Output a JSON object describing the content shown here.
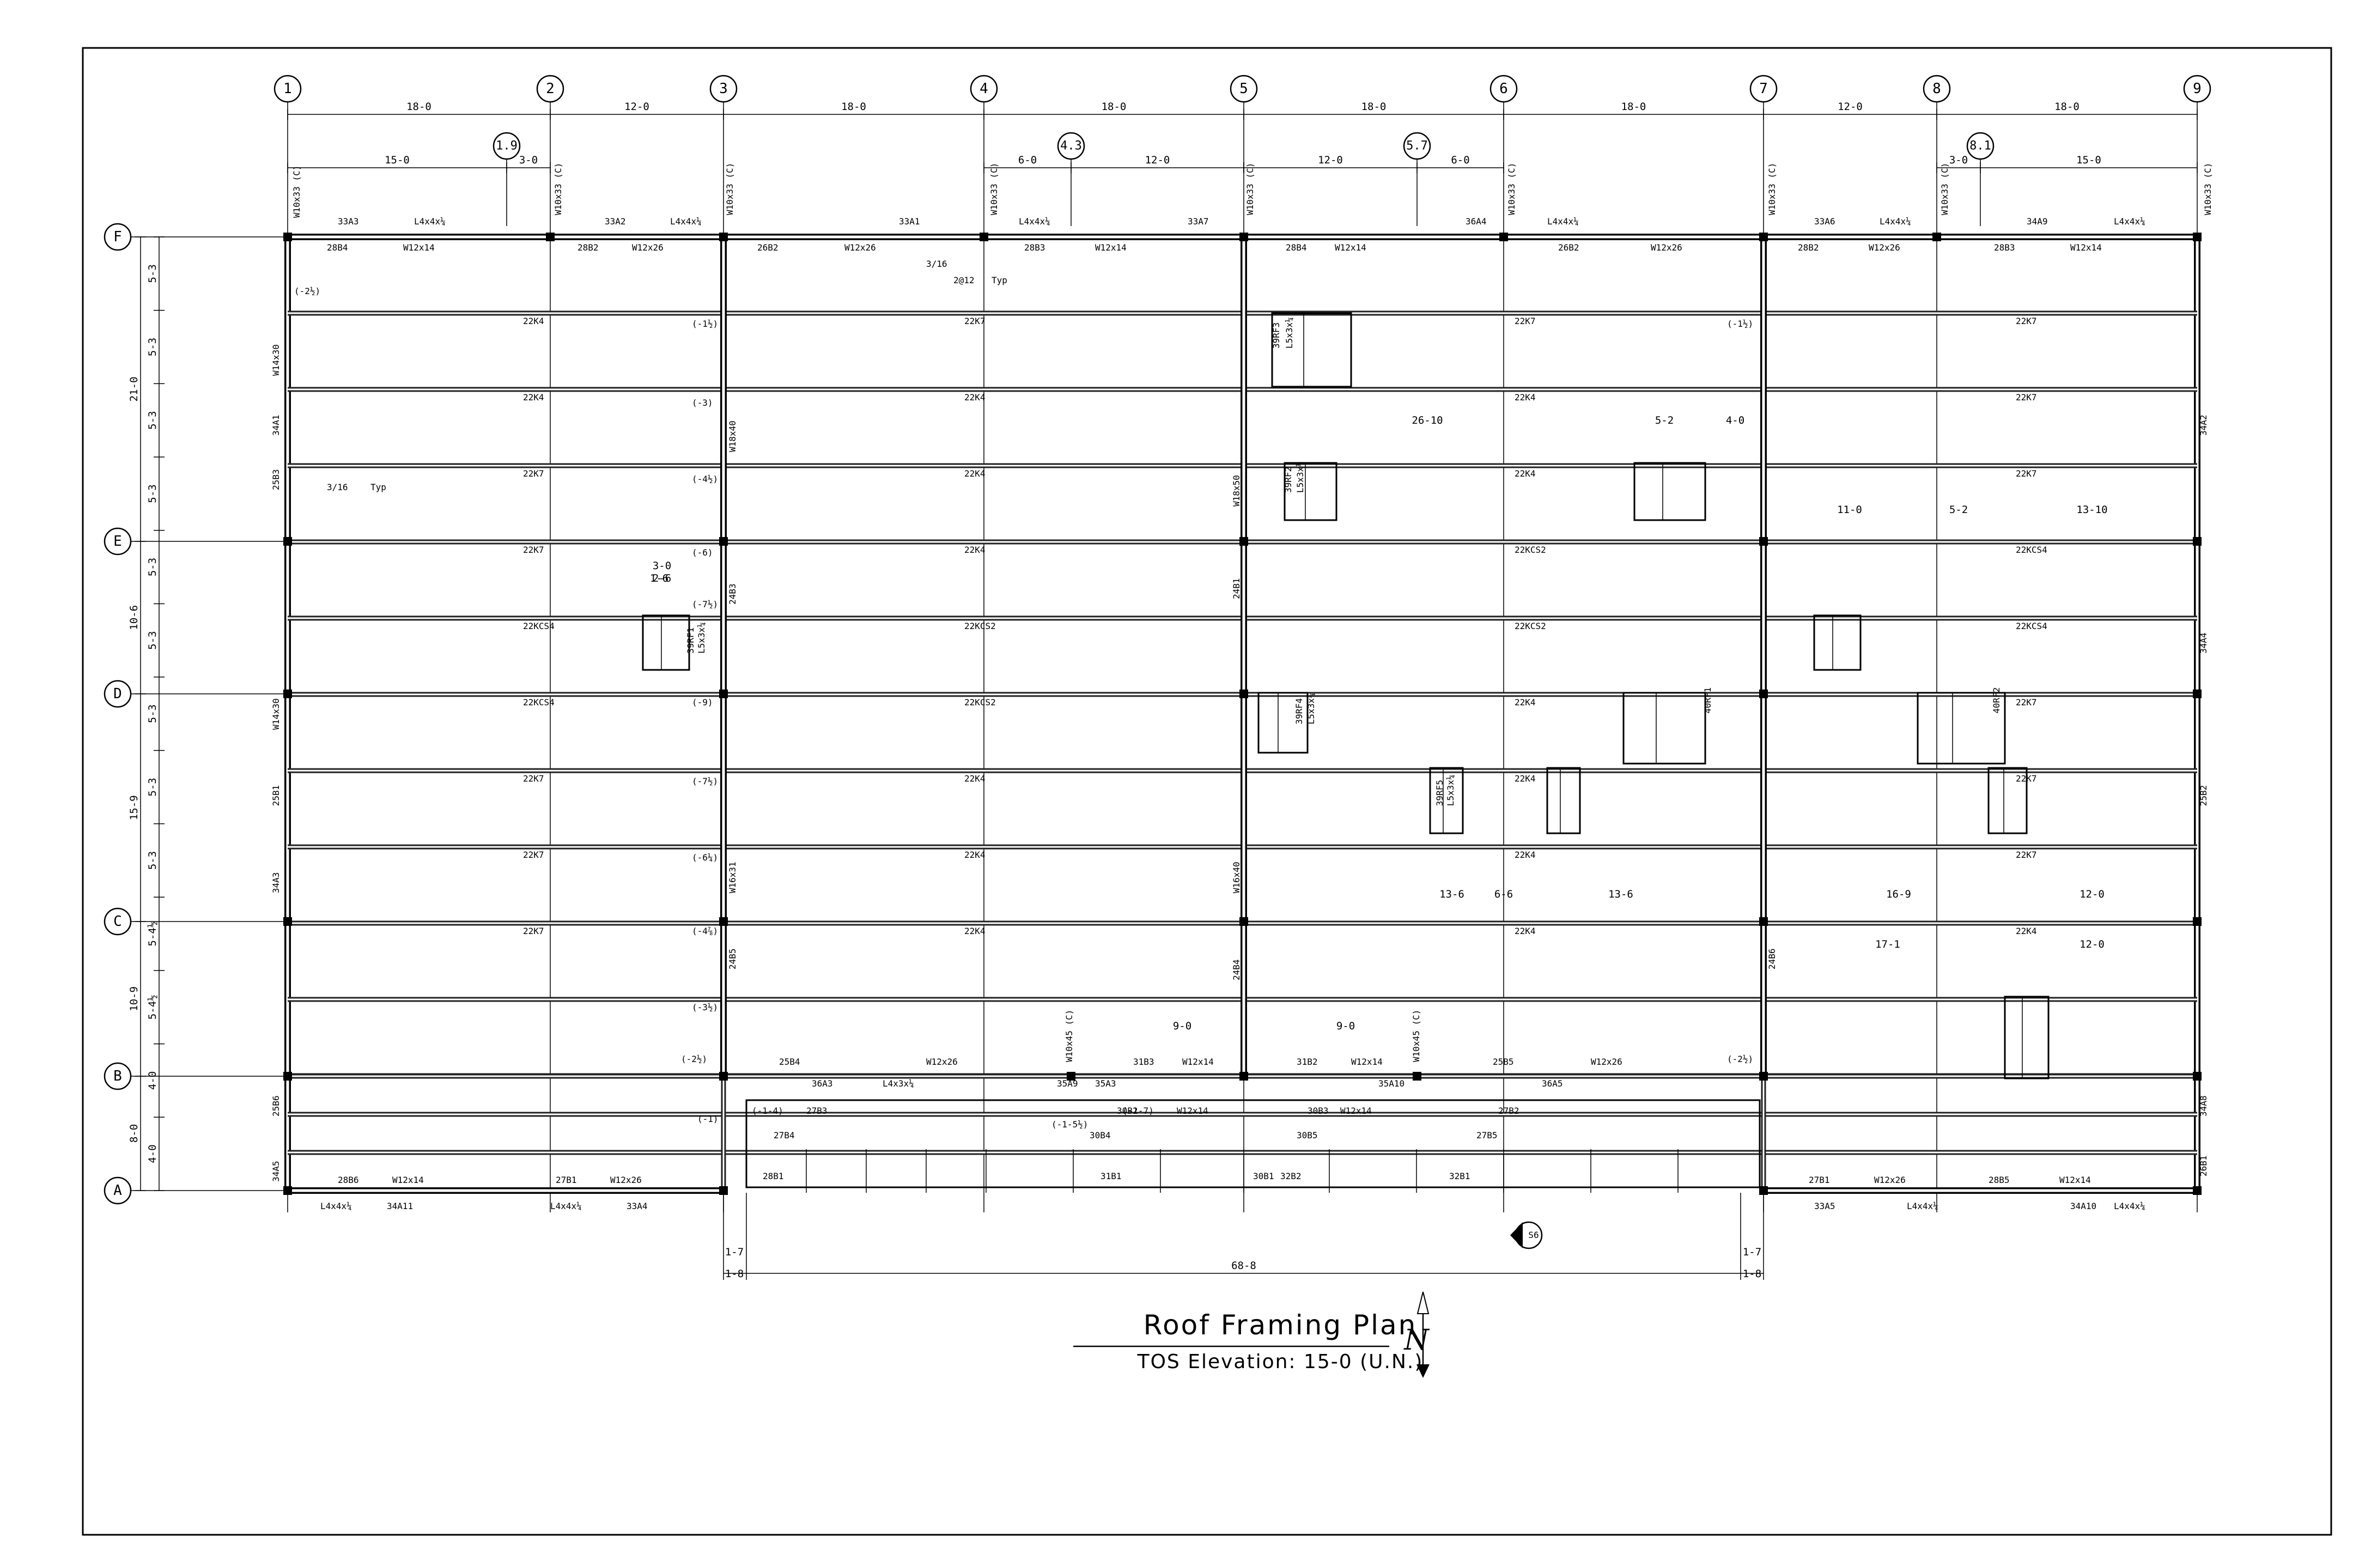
{
  "title": {
    "main": "Roof Framing Plan",
    "elevation": "TOS Elevation: 15-0 (U.N.)",
    "north": "N"
  },
  "grid": {
    "columns": [
      "1",
      "2",
      "3",
      "4",
      "5",
      "6",
      "7",
      "8",
      "9"
    ],
    "rows": [
      "F",
      "E",
      "D",
      "C",
      "B",
      "A"
    ],
    "intermediate_columns": [
      "1.9",
      "4.3",
      "5.7",
      "8.1"
    ]
  },
  "dimensions": {
    "column_spacing": [
      "18-0",
      "12-0",
      "18-0",
      "18-0",
      "18-0",
      "18-0",
      "12-0",
      "18-0"
    ],
    "secondary_spacing": [
      "15-0",
      "3-0",
      "6-0",
      "12-0",
      "12-0",
      "6-0",
      "3-0",
      "15-0"
    ],
    "row_left_upper": [
      "5-3",
      "5-3",
      "5-3",
      "5-3",
      "5-3",
      "5-3",
      "5-3",
      "5-3",
      "5-3",
      "5-4½",
      "5-4½",
      "4-0",
      "4-0"
    ],
    "row_left_outer": [
      "21-0",
      "10-6",
      "15-9",
      "10-9",
      "8-0"
    ],
    "bottom": [
      "1-7",
      "68-8",
      "1-7",
      "1-8",
      "1-8"
    ],
    "misc": [
      "26-10",
      "5-2",
      "4-0",
      "11-0",
      "5-2",
      "13-10",
      "3-0",
      "2-6",
      "1-6",
      "13-6",
      "6-6",
      "13-6",
      "16-9",
      "12-0",
      "17-1",
      "12-0",
      "9-0",
      "9-0"
    ]
  },
  "member_labels": {
    "joists": [
      "22K4",
      "22K7",
      "22K7",
      "22K7",
      "22K4",
      "22K4",
      "22K4",
      "22K7",
      "22K7",
      "22K4",
      "22K4",
      "22K7",
      "22K7",
      "22K4",
      "22KCS2",
      "22KCS4",
      "22KCS4",
      "22KCS2",
      "22KCS2",
      "22KCS4",
      "22KCS4",
      "22KCS2",
      "22K4",
      "22K7",
      "22K7",
      "22K4",
      "22K4",
      "22K7",
      "22K7",
      "22K4",
      "22K4",
      "22K7",
      "22K7",
      "22K4",
      "22K4",
      "22K4"
    ],
    "top_beams": [
      "28B4",
      "W12x14",
      "28B2",
      "W12x26",
      "26B2",
      "W12x26",
      "28B3",
      "W12x14",
      "28B4",
      "W12x14",
      "26B2",
      "W12x26",
      "28B2",
      "W12x26",
      "28B3",
      "W12x14"
    ],
    "top_braces": [
      "33A3",
      "L4x4x¼",
      "33A2",
      "L4x4x¼",
      "33A1",
      "L4x4x¼",
      "33A7",
      "36A4",
      "L4x4x¼",
      "33A6",
      "L4x4x¼",
      "34A9",
      "L4x4x¼"
    ],
    "bottom_beams": [
      "28B6",
      "W12x14",
      "27B1",
      "W12x26",
      "27B1",
      "W12x26",
      "28B5",
      "W12x14"
    ],
    "bottom_braces": [
      "L4x4x¼",
      "34A11",
      "L4x4x¼",
      "33A4",
      "33A5",
      "L4x4x¼",
      "34A10",
      "L4x4x¼"
    ],
    "columns": [
      "W10x33 (C)",
      "W10x33 (C)",
      "W10x33 (C)",
      "W10x33 (C)",
      "W10x33 (C)",
      "W10x33 (C)",
      "W10x33 (C)",
      "W10x33 (C)",
      "W10x33 (C)",
      "W10x45 (C)",
      "W10x45 (C)"
    ],
    "girders_vertical": [
      "W14x30",
      "W18x40",
      "W18x50",
      "W16x31",
      "W16x40",
      "W14x30",
      "24B3",
      "24B1",
      "24B4",
      "24B5",
      "24B6",
      "25B3",
      "25B1",
      "25B6",
      "34A1",
      "34A3",
      "34A5",
      "34A2",
      "34A4",
      "34A8",
      "25B2",
      "26B1"
    ],
    "interior": [
      "31B3",
      "W12x14",
      "31B2",
      "W12x14",
      "30B2",
      "W12x14",
      "30B3",
      "W12x14",
      "30B4",
      "30B5",
      "27B3",
      "27B4",
      "27B2",
      "27B5",
      "28B1",
      "31B1",
      "30B1",
      "32B2",
      "32B1",
      "25B4",
      "25B5",
      "W12x26",
      "W12x26",
      "36A3",
      "36A5",
      "35A3",
      "35A9",
      "35A10",
      "L4x3x¼"
    ],
    "openings": [
      "39RF3",
      "L5x3x¼",
      "39RF2",
      "L5x3x¼",
      "39RF1",
      "L5x3x¼",
      "39RF4",
      "L5x3x¼",
      "39RF5",
      "L5x3x¼",
      "40RF1",
      "40RF2"
    ],
    "elevations": [
      "(-2½)",
      "(-1½)",
      "(-3)",
      "(-4½)",
      "(-6)",
      "(-7½)",
      "(-9)",
      "(-7½)",
      "(-6¼)",
      "(-4⅞)",
      "(-3½)",
      "(-2½)",
      "(-1)",
      "(-1-4)",
      "(-1-5½)",
      "(-1-7)",
      "(-1½)",
      "(-2½)"
    ],
    "weld_notes": [
      "3/16",
      "2@12",
      "Typ"
    ],
    "section_marker": "S6"
  },
  "colors": {
    "line": "#000000",
    "background": "#ffffff"
  }
}
